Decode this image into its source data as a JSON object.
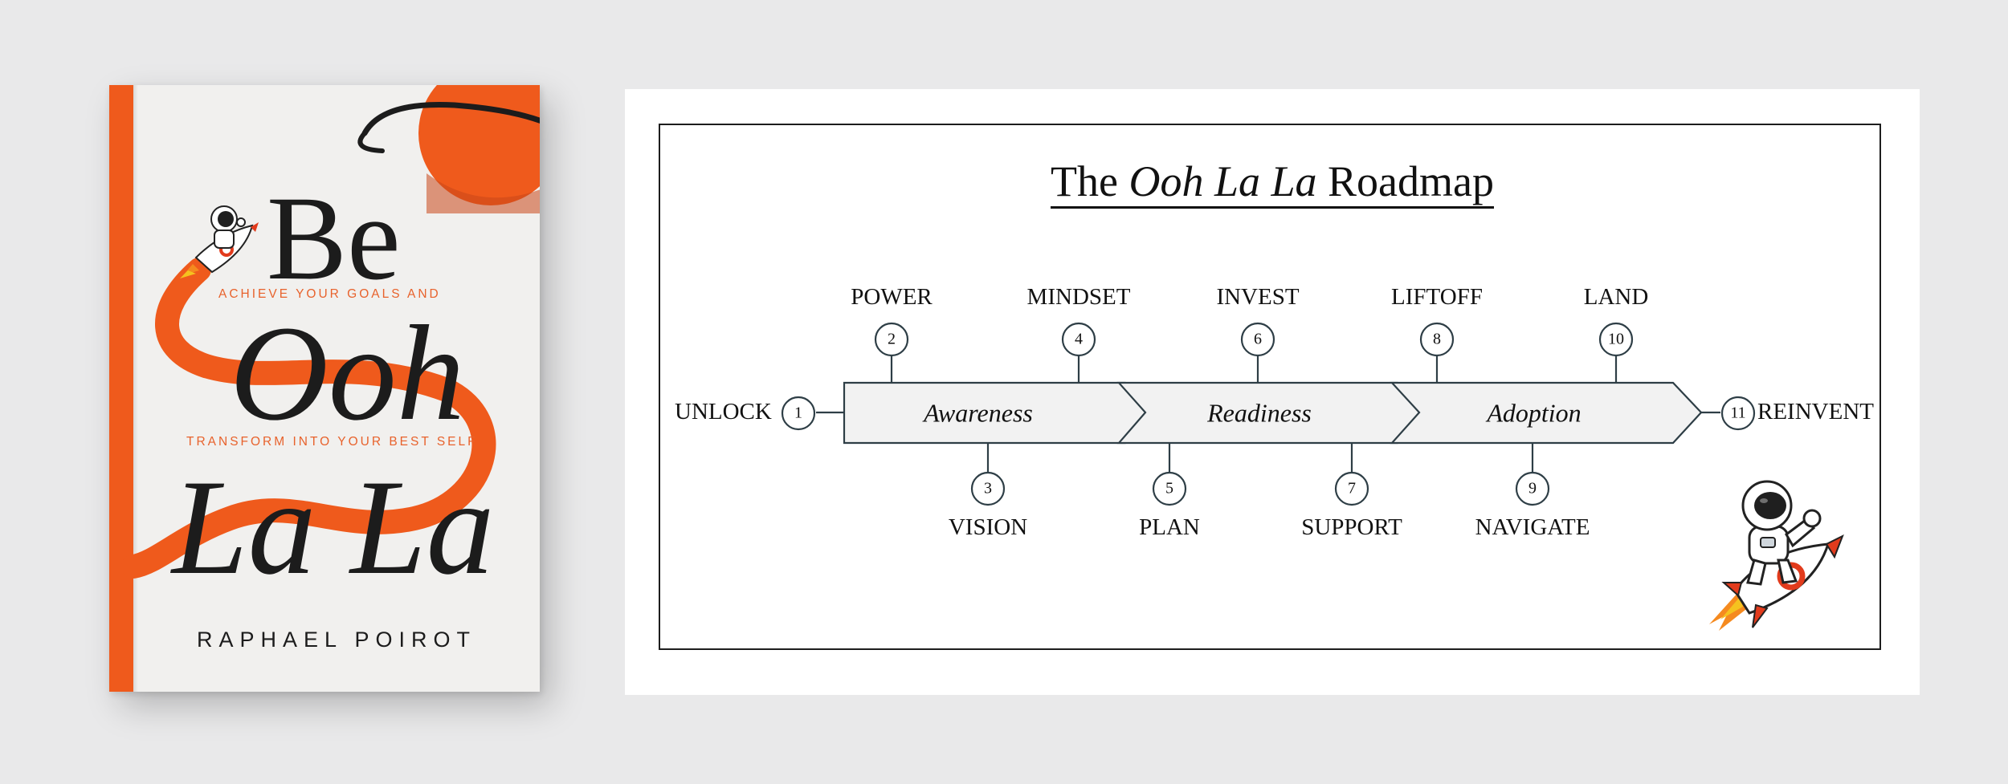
{
  "book": {
    "title_line1": "Be",
    "title_line2": "Ooh",
    "title_line3": "La La",
    "tagline1": "ACHIEVE YOUR GOALS AND",
    "tagline2": "TRANSFORM INTO YOUR BEST SELF",
    "author": "RAPHAEL POIROT",
    "accent_color": "#ef5a1c",
    "icons": [
      "planet-icon",
      "astronaut-rocket-icon"
    ]
  },
  "roadmap": {
    "title_prefix": "The",
    "title_italic": "Ooh La La",
    "title_suffix": "Roadmap",
    "phases": [
      "Awareness",
      "Readiness",
      "Adoption"
    ],
    "steps": [
      {
        "n": "1",
        "label": "UNLOCK"
      },
      {
        "n": "2",
        "label": "POWER"
      },
      {
        "n": "3",
        "label": "VISION"
      },
      {
        "n": "4",
        "label": "MINDSET"
      },
      {
        "n": "5",
        "label": "PLAN"
      },
      {
        "n": "6",
        "label": "INVEST"
      },
      {
        "n": "7",
        "label": "SUPPORT"
      },
      {
        "n": "8",
        "label": "LIFTOFF"
      },
      {
        "n": "9",
        "label": "NAVIGATE"
      },
      {
        "n": "10",
        "label": "LAND"
      },
      {
        "n": "11",
        "label": "REINVENT"
      }
    ],
    "icons": [
      "astronaut-rocket-icon"
    ]
  }
}
